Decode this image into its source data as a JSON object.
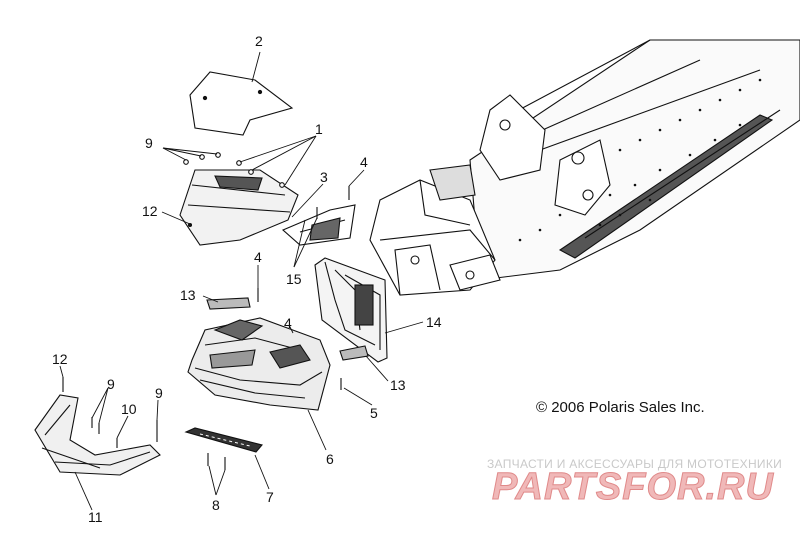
{
  "callouts": {
    "c1": "1",
    "c2": "2",
    "c3": "3",
    "c4a": "4",
    "c4b": "4",
    "c4c": "4",
    "c5": "5",
    "c6": "6",
    "c7": "7",
    "c8": "8",
    "c9a": "9",
    "c9b": "9",
    "c9c": "9",
    "c10": "10",
    "c11": "11",
    "c12a": "12",
    "c12b": "12",
    "c13a": "13",
    "c13b": "13",
    "c14": "14",
    "c15": "15"
  },
  "copyright": "© 2006 Polaris Sales Inc.",
  "watermark": {
    "caption": "ЗАПЧАСТИ И АКСЕССУАРЫ ДЛЯ МОТОТЕХНИКИ",
    "logo": "PARTSFOR.RU"
  },
  "colors": {
    "line": "#111111",
    "background": "#ffffff",
    "watermark_logo": "#f0b8b8"
  }
}
